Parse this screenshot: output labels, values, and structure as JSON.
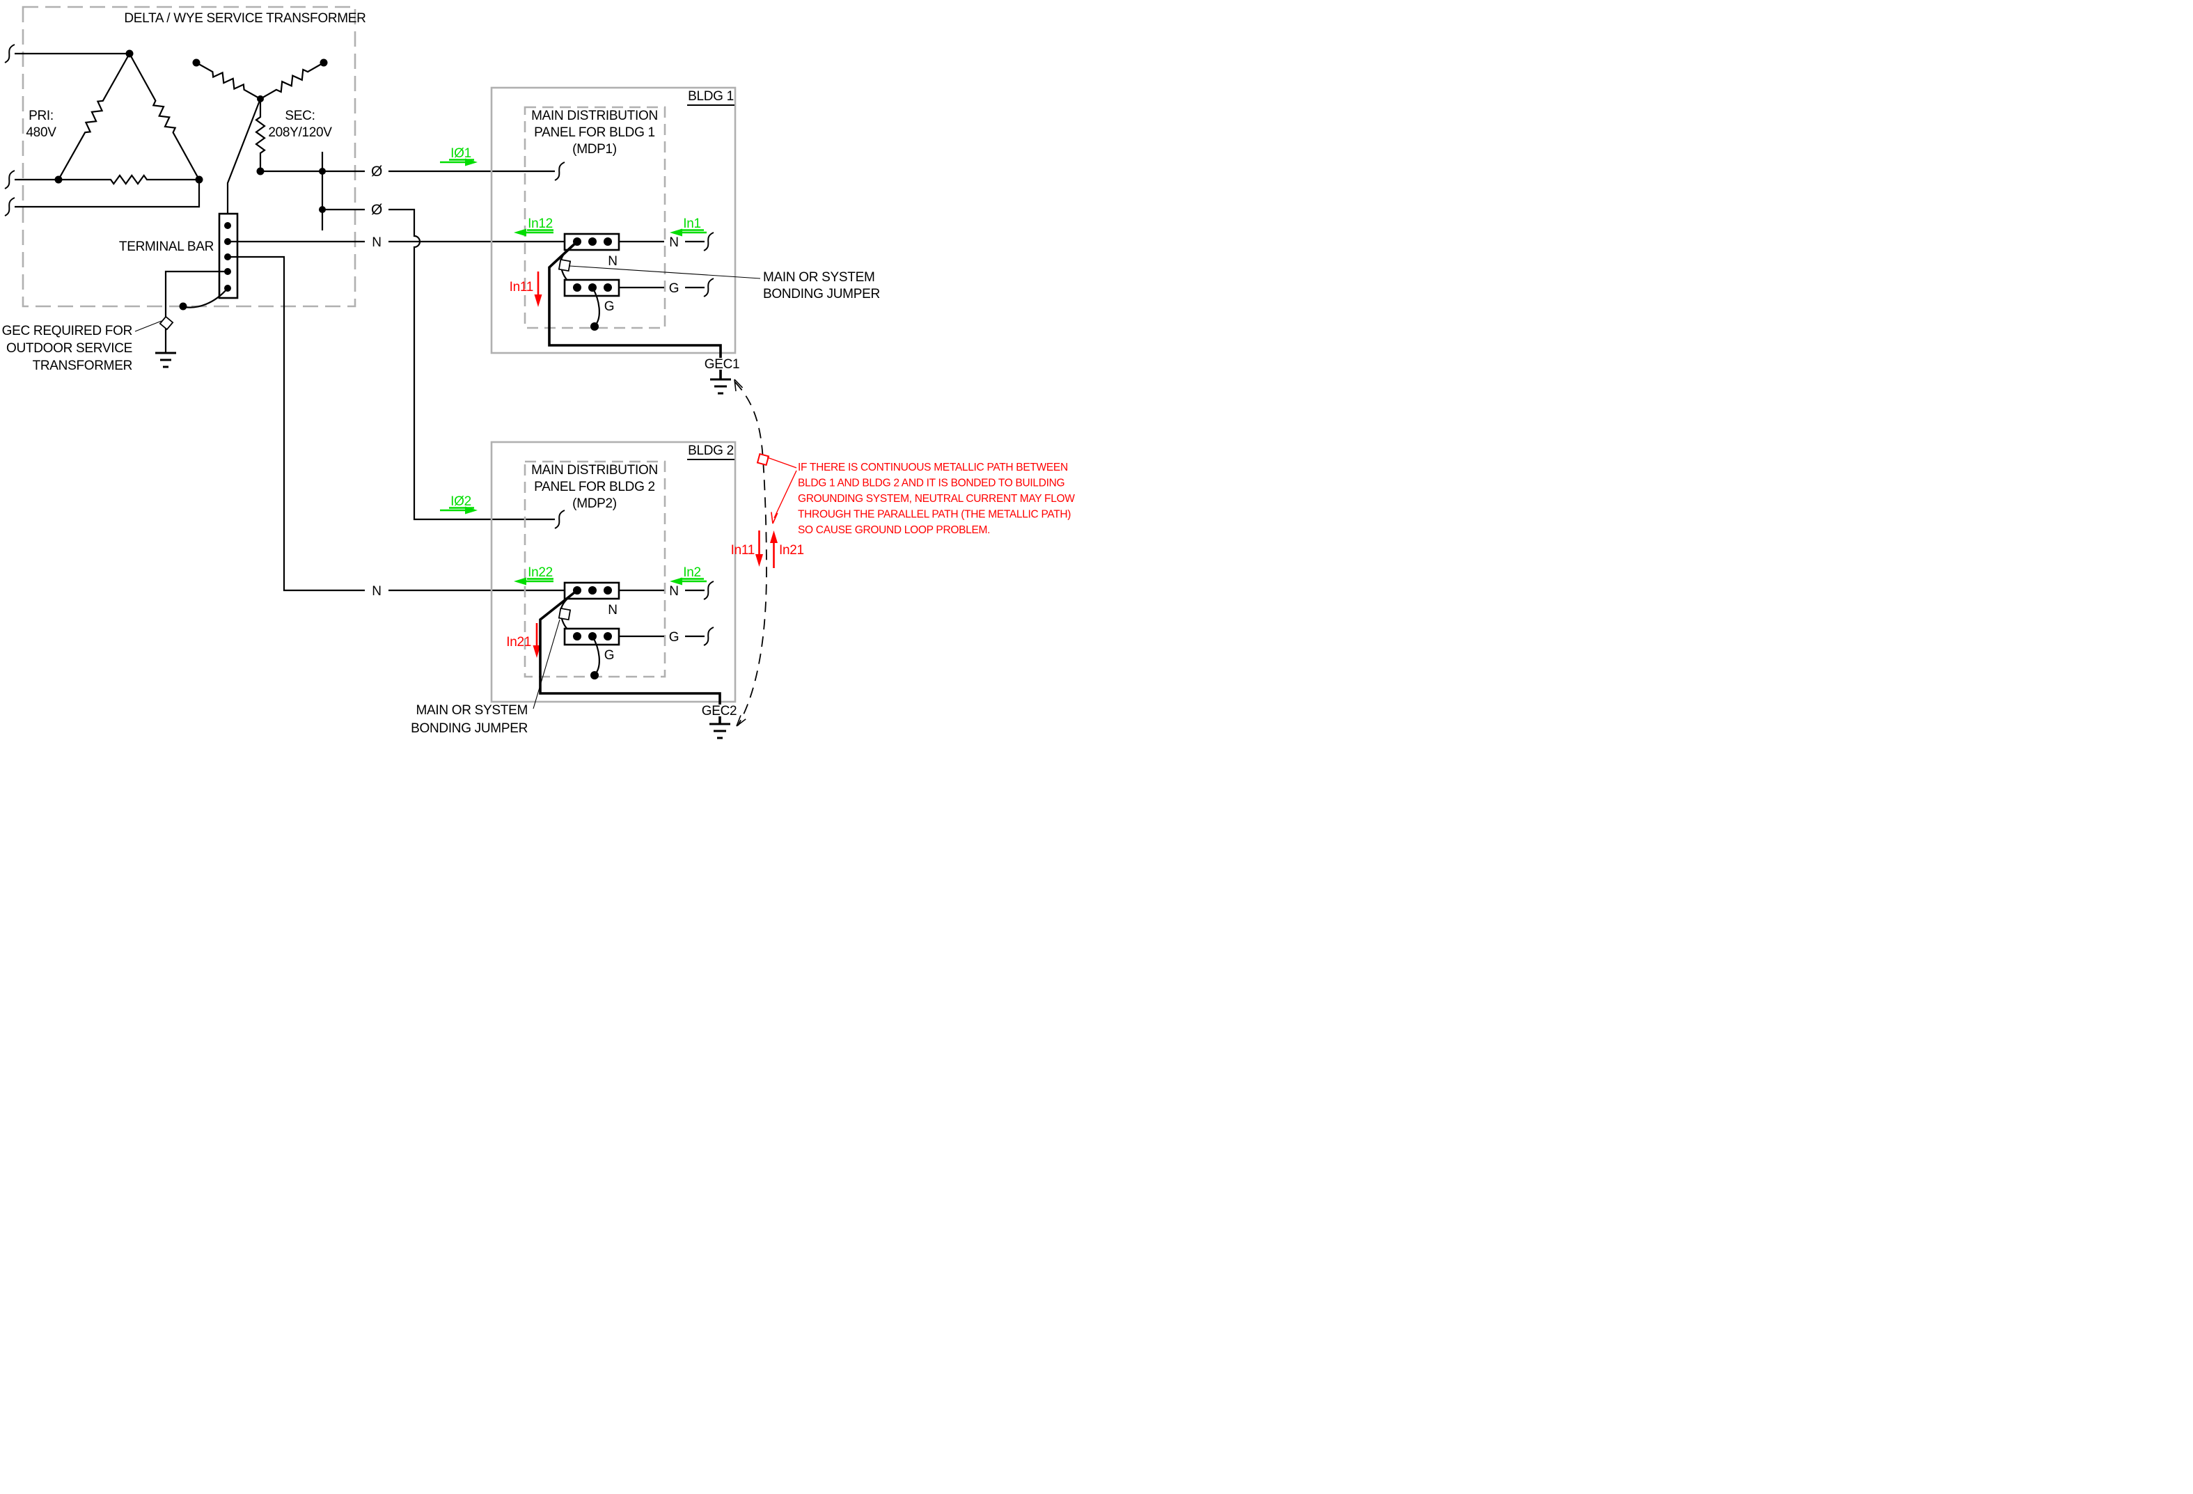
{
  "transformer": {
    "title": "DELTA / WYE SERVICE TRANSFORMER",
    "primary_label": "PRI:",
    "primary_voltage": "480V",
    "secondary_label": "SEC:",
    "secondary_voltage": "208Y/120V",
    "terminal_bar_label": "TERMINAL BAR",
    "gec_note_line1": "GEC REQUIRED FOR",
    "gec_note_line2": "OUTDOOR SERVICE",
    "gec_note_line3": "TRANSFORMER"
  },
  "symbols": {
    "phase": "Ø",
    "neutral": "N",
    "ground": "G"
  },
  "bldg1": {
    "name": "BLDG 1",
    "panel_line1": "MAIN DISTRIBUTION",
    "panel_line2": "PANEL FOR BLDG 1",
    "panel_line3": "(MDP1)",
    "gec_label": "GEC1"
  },
  "bldg2": {
    "name": "BLDG 2",
    "panel_line1": "MAIN DISTRIBUTION",
    "panel_line2": "PANEL FOR BLDG 2",
    "panel_line3": "(MDP2)",
    "gec_label": "GEC2"
  },
  "currents": {
    "i_phase_1": "IØ1",
    "i_phase_2": "IØ2",
    "in1": "In1",
    "in12": "In12",
    "in11": "In11",
    "in2": "In2",
    "in22": "In22",
    "in21": "In21"
  },
  "bonding_note": {
    "line1": "MAIN OR SYSTEM",
    "line2": "BONDING JUMPER"
  },
  "warning": {
    "line1": "IF THERE IS CONTINUOUS METALLIC PATH BETWEEN",
    "line2": "BLDG 1 AND BLDG 2 AND IT IS BONDED TO BUILDING",
    "line3": "GROUNDING SYSTEM, NEUTRAL CURRENT MAY FLOW",
    "line4": "THROUGH THE PARALLEL PATH (THE  METALLIC PATH)",
    "line5": "SO CAUSE GROUND LOOP PROBLEM."
  },
  "colors": {
    "current-green": "#00dd00",
    "warning-red": "#ff0000",
    "box-gray": "#b0b0b0",
    "wire-black": "#000000"
  }
}
